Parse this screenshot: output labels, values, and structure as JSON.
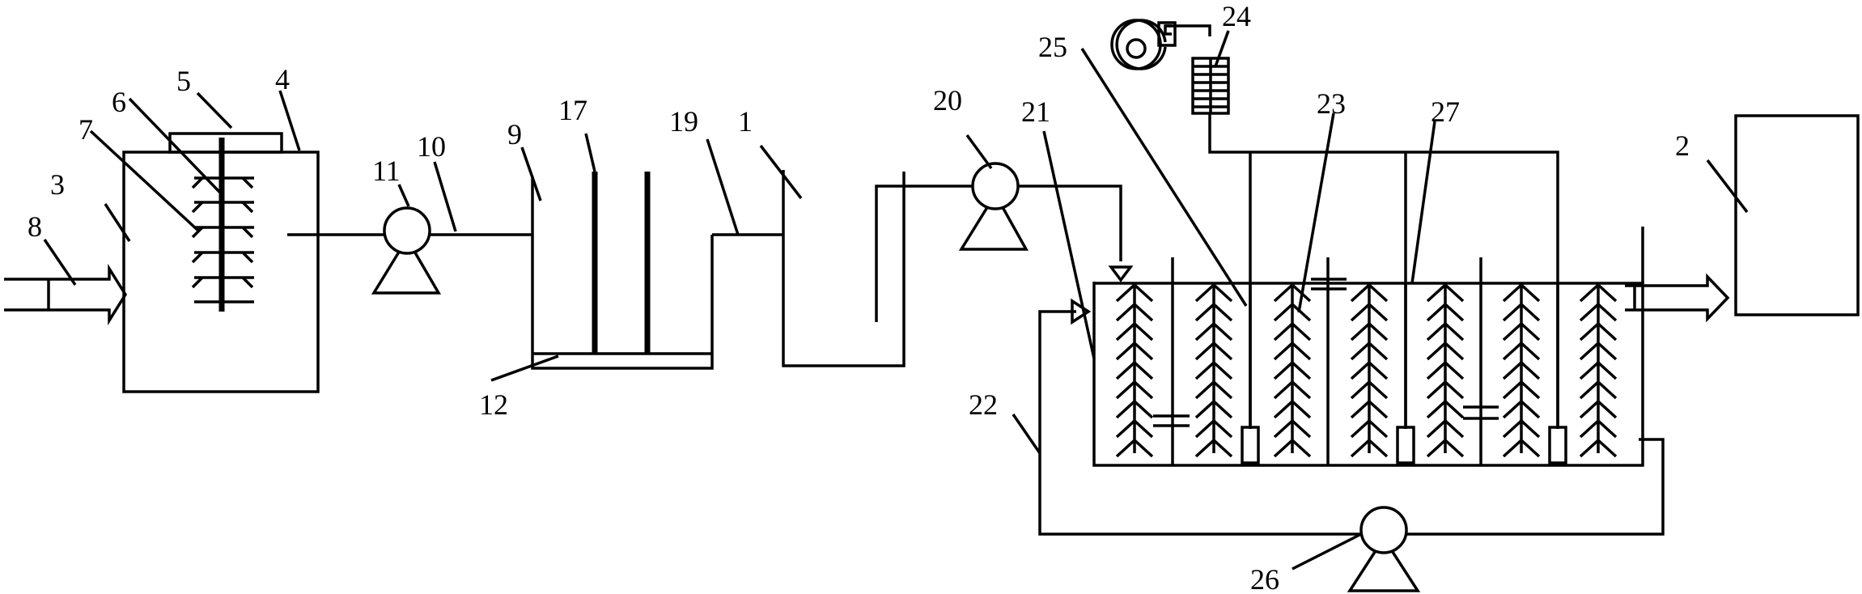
{
  "diagram": {
    "labels": {
      "l1": "1",
      "l2": "2",
      "l3": "3",
      "l4": "4",
      "l5": "5",
      "l6": "6",
      "l7": "7",
      "l8": "8",
      "l9": "9",
      "l10": "10",
      "l11": "11",
      "l12": "12",
      "l17": "17",
      "l19": "19",
      "l20": "20",
      "l21": "21",
      "l22": "22",
      "l23": "23",
      "l24": "24",
      "l25": "25",
      "l26": "26",
      "l27": "27"
    }
  }
}
